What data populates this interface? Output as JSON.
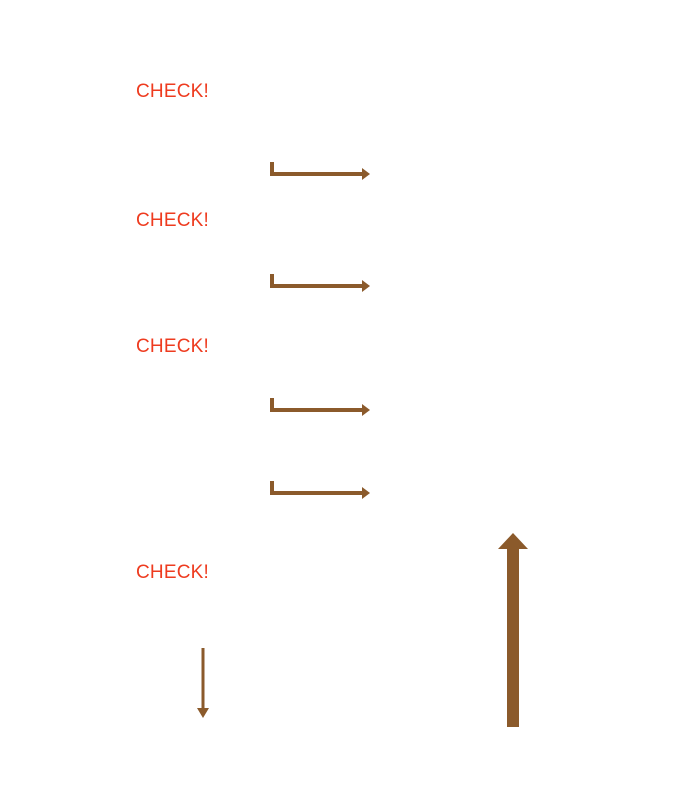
{
  "labels": {
    "check_1": "CHECK!",
    "check_2": "CHECK!",
    "check_3": "CHECK!",
    "check_4": "CHECK!"
  },
  "colors": {
    "label": "#ee3b1f",
    "arrow": "#8b5a2b"
  },
  "icons": [
    "elbow-right-arrow-icon",
    "elbow-right-arrow-icon",
    "elbow-right-arrow-icon",
    "elbow-right-arrow-icon",
    "down-arrow-icon",
    "up-arrow-icon"
  ]
}
